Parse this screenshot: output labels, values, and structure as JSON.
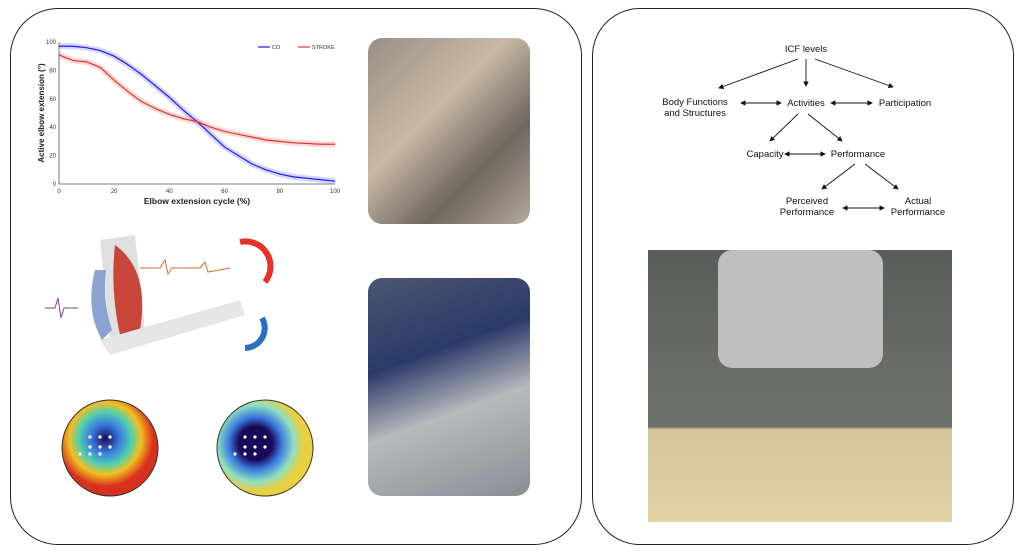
{
  "chart_data": {
    "type": "line",
    "title": "",
    "xlabel": "Elbow extension cycle (%)",
    "ylabel": "Active elbow extension (°)",
    "xlim": [
      0,
      100
    ],
    "ylim": [
      0,
      100
    ],
    "xticks": [
      "0",
      "20",
      "40",
      "60",
      "80",
      "100"
    ],
    "yticks": [
      "0",
      "20",
      "40",
      "60",
      "80",
      "100"
    ],
    "legend_position": "top-right",
    "x": [
      0,
      5,
      10,
      15,
      20,
      25,
      30,
      35,
      40,
      45,
      50,
      55,
      60,
      65,
      70,
      75,
      80,
      85,
      90,
      95,
      100
    ],
    "series": [
      {
        "name": "CO",
        "color": "#1a1aff",
        "values": [
          97,
          97,
          96,
          94,
          90,
          84,
          77,
          69,
          61,
          52,
          44,
          35,
          26,
          20,
          14,
          10,
          7,
          5,
          4,
          3,
          2
        ]
      },
      {
        "name": "STROKE",
        "color": "#e8302a",
        "values": [
          91,
          87,
          86,
          82,
          73,
          65,
          58,
          53,
          49,
          46,
          44,
          40,
          37,
          35,
          33,
          31,
          30,
          29,
          28.5,
          28,
          28
        ]
      }
    ]
  },
  "icf": {
    "root": "ICF levels",
    "body": "Body Functions\nand Structures",
    "activities": "Activities",
    "participation": "Participation",
    "capacity": "Capacity",
    "performance": "Performance",
    "perceived": "Perceived\nPerformance",
    "actual": "Actual\nPerformance"
  }
}
